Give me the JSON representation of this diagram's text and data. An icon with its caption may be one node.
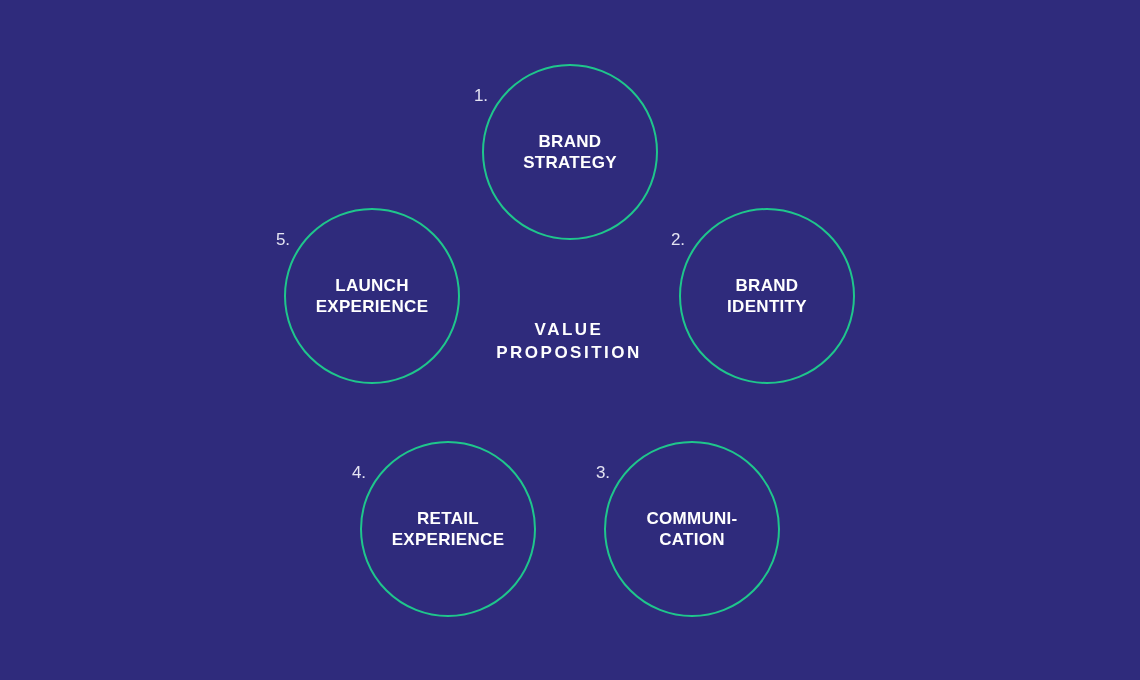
{
  "diagram": {
    "nodes": [
      {
        "text": [
          "BRAND STRATEGY"
        ],
        "beside": [
          "1."
        ]
      },
      {
        "text": [
          "BRAND IDENTITY"
        ],
        "beside": [
          "2."
        ]
      },
      {
        "text": [
          "COMMUNI- CATION"
        ],
        "beside": [
          "3."
        ]
      },
      {
        "text": [
          "RETAIL EXPERIENCE"
        ],
        "beside": [
          "4."
        ]
      },
      {
        "text": [
          "LAUNCH EXPERIENCE"
        ],
        "beside": [
          "5."
        ]
      }
    ],
    "labels": [
      "VALUE PROPOSITION"
    ]
  }
}
